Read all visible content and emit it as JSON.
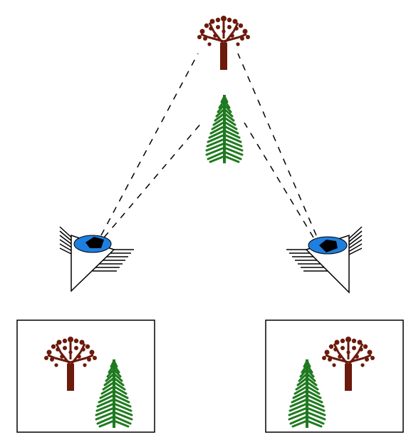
{
  "colors": {
    "background": "#ffffff",
    "outline": "#000000",
    "deciduous_tree": "#6b1a0c",
    "conifer_tree": "#1f7a1f",
    "iris": "#1e7fe0",
    "pupil": "#000000",
    "sight_line": "#000000"
  },
  "icons": {
    "far_object": "deciduous-tree-icon",
    "near_object": "conifer-tree-icon",
    "observer": "eye-icon"
  },
  "diagram": {
    "scene_objects": [
      "deciduous-tree",
      "conifer-tree"
    ],
    "eyes": [
      "left-eye",
      "right-eye"
    ],
    "views": [
      "left-eye-view",
      "right-eye-view"
    ],
    "sight_lines_per_eye": 2
  }
}
